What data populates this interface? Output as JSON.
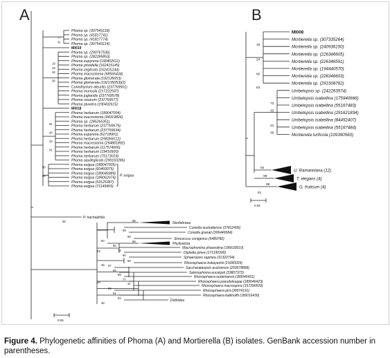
{
  "panels": {
    "a": {
      "letter": "A",
      "scale_label": "0.05",
      "taxa": [
        {
          "name": "Phoma sp. (307543118)",
          "bs": "",
          "bold": false
        },
        {
          "name": "Phoma sp. (41817741)",
          "bs": "",
          "bold": false
        },
        {
          "name": "Phoma sp. (41817774)",
          "bs": "77",
          "bold": false
        },
        {
          "name": "Phoma sp. (307543114)",
          "bs": "31",
          "bold": false
        },
        {
          "name": "MI019",
          "bs": "",
          "bold": true
        },
        {
          "name": "Phoma sp. (290767536)",
          "bs": "",
          "bold": false
        },
        {
          "name": "Phoma sp. (282285853)",
          "bs": "",
          "bold": false
        },
        {
          "name": "Phoma eupyrena (190402611)",
          "bs": "",
          "bold": false
        },
        {
          "name": "Phoma pinodella (162415145)",
          "bs": "19",
          "bold": false
        },
        {
          "name": "Phoma zeglicola (162415144)",
          "bs": "18",
          "bold": false
        },
        {
          "name": "Phoma macrostoma (68566434)",
          "bs": "26",
          "bold": false
        },
        {
          "name": "Phoma glomerata (192135053)",
          "bs": "",
          "bold": false
        },
        {
          "name": "Phoma glomerata (192135053)(2)",
          "bs": "36",
          "bold": false
        },
        {
          "name": "Coniothyrium aleuritis (237769561)",
          "bs": "",
          "bold": false
        },
        {
          "name": "Phoma moricola (217222597)",
          "bs": "",
          "bold": false
        },
        {
          "name": "Phoma juglandis (237769578)",
          "bs": "",
          "bold": false
        },
        {
          "name": "Phoma rosarum (237769577)",
          "bs": "",
          "bold": false
        },
        {
          "name": "Phoma pluviera (190402615)",
          "bs": "",
          "bold": false
        },
        {
          "name": "MI018",
          "bs": "",
          "bold": true
        },
        {
          "name": "Phoma herbarum (189047004)",
          "bs": "",
          "bold": false
        },
        {
          "name": "Phoma macrostoma (94319826)",
          "bs": "",
          "bold": false
        },
        {
          "name": "Phoma sp. (285265351)",
          "bs": "",
          "bold": false
        },
        {
          "name": "Phoma herbarum (237769579)",
          "bs": "61",
          "bold": false
        },
        {
          "name": "Phoma herbarum (237769634)",
          "bs": "",
          "bold": false
        },
        {
          "name": "Phoma eupyrena (62718901)",
          "bs": "43",
          "bold": false
        },
        {
          "name": "Phoma herbarum (298356012)",
          "bs": "",
          "bold": false
        },
        {
          "name": "Phoma macrostoma (294881892)",
          "bs": "42",
          "bold": false
        },
        {
          "name": "Phoma herbarum (117574606)",
          "bs": "",
          "bold": false
        },
        {
          "name": "Phoma herbarum (19416500)",
          "bs": "61",
          "bold": false
        },
        {
          "name": "Phoma herbarum (75173019)",
          "bs": "",
          "bold": false
        },
        {
          "name": "Phoma aquilegiicola (299160286)",
          "bs": "",
          "bold": false
        },
        {
          "name": "Phoma exigua (189047005)",
          "bs": "",
          "bold": false
        },
        {
          "name": "Phoma exigua (60460075)",
          "bs": "90",
          "bold": false
        },
        {
          "name": "Phoma exigua (189046989)",
          "bs": "",
          "bold": false
        },
        {
          "name": "Phoma exigua (189062074)",
          "bs": "58",
          "bold": false
        },
        {
          "name": "Phoma exigua (53125387)",
          "bs": "",
          "bold": false
        },
        {
          "name": "Phoma exigua (71149965)",
          "bs": "",
          "bold": false
        }
      ],
      "bracket_label": "P. exigua",
      "outgroups": [
        {
          "name": "P. tracheiphila",
          "bs": "55"
        },
        {
          "name": "Neofabraea",
          "bs": "88"
        },
        {
          "name": "Coniella australiensis (37812496)",
          "bs": ""
        },
        {
          "name": "Coniella granati (306446584)",
          "bs": "99"
        },
        {
          "name": "Sirococcus conigenus (6489782)",
          "bs": "96"
        },
        {
          "name": "Phyllosticta",
          "bs": "96"
        },
        {
          "name": "Macrophomina phaseolina (196633610)",
          "bs": "56"
        },
        {
          "name": "Diplodia pinea (171190390)",
          "bs": "73"
        },
        {
          "name": "Sphaeropsis sapinea (31322704)",
          "bs": "90"
        },
        {
          "name": "Rhizosphaeria kobayashii (19390029)",
          "bs": "66"
        },
        {
          "name": "Saccharataopsis austriensis (259578868)",
          "bs": "87"
        },
        {
          "name": "Selenophoma eucalypti (33807372)",
          "bs": "99"
        },
        {
          "name": "Rhizosphaera oudemansii (189046421)",
          "bs": "89"
        },
        {
          "name": "Rhizosphaera pseudotsugae (189046423)",
          "bs": "77"
        },
        {
          "name": "Rhizosphaera macrospora (157390509)",
          "bs": "41"
        },
        {
          "name": "Rhizosphaera pini (28974191)",
          "bs": "99"
        },
        {
          "name": "Rhizosphaera kalkhoffii (189016430)",
          "bs": "92"
        },
        {
          "name": "Dothidea",
          "bs": "94"
        }
      ],
      "internal_bs": [
        "50",
        "63",
        "48",
        "69",
        "48"
      ]
    },
    "b": {
      "letter": "B",
      "scale_label": "0.05",
      "taxa": [
        {
          "name": "MI008",
          "bs": "",
          "bold": true
        },
        {
          "name": "Mortierella sp. (307335264)",
          "bs": "",
          "bold": false
        },
        {
          "name": "Mortierella sp. (240936150)",
          "bs": "19",
          "bold": false
        },
        {
          "name": "Mortierella sp. (226346605)",
          "bs": "",
          "bold": false
        },
        {
          "name": "Mortierella sp. (226346591)",
          "bs": "24",
          "bold": false
        },
        {
          "name": "Mortierella sp. (194440570)",
          "bs": "",
          "bold": false
        },
        {
          "name": "Mortierella sp. (226346603)",
          "bs": "60",
          "bold": false
        },
        {
          "name": "Mortierella sp. (291508762)",
          "bs": "",
          "bold": false
        },
        {
          "name": "Umbelopsis sp. (242263574)",
          "bs": "",
          "bold": false
        },
        {
          "name": "Umbelopsis isabellina (175940666)",
          "bs": "",
          "bold": false
        },
        {
          "name": "Umbelopsis isabellina (55167483)",
          "bs": "73",
          "bold": false
        },
        {
          "name": "Umbelopsis isabellina (291621834)",
          "bs": "33",
          "bold": false
        },
        {
          "name": "Umbelopsis isabellina (84452407)",
          "bs": "",
          "bold": false
        },
        {
          "name": "Umbelopsis isabellina (55167484)",
          "bs": "42",
          "bold": false
        },
        {
          "name": "Mortierella turficola (109390560)",
          "bs": "35",
          "bold": false
        }
      ],
      "collapsed": [
        {
          "name": "U. Ramanniana (12)",
          "bs": "92"
        },
        {
          "name": "T. elegans (4)",
          "bs": "99"
        },
        {
          "name": "G. fruticum (4)",
          "bs": "99"
        }
      ],
      "internal_bs": [
        "63",
        "81"
      ]
    }
  },
  "caption": {
    "label": "Figure 4.",
    "text": " Phylogenetic affinities of Phoma (A) and Mortierella (B) isolates. GenBank accession number in parentheses."
  }
}
